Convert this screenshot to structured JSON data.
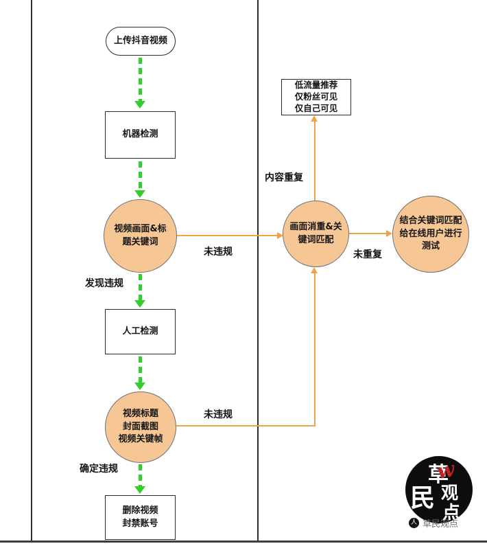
{
  "nodes": {
    "upload": {
      "label": "上传抖音视频"
    },
    "machine_check": {
      "label": "机器检测"
    },
    "video_frame_keywords": {
      "label": "视频画面&标\n题关键词"
    },
    "dedup_match": {
      "label": "画面消重&关\n键词匹配"
    },
    "low_traffic": {
      "label": "低流量推荐\n仅粉丝可见\n仅自己可见"
    },
    "online_test": {
      "label": "结合关键词匹配\n给在线用户进行\n测试"
    },
    "manual_check": {
      "label": "人工检测"
    },
    "title_cover_keyframes": {
      "label": "视频标题\n封面截图\n视频关键帧"
    },
    "delete_ban": {
      "label": "删除视频\n封禁账号"
    }
  },
  "edge_labels": {
    "no_violation_1": "未违规",
    "content_duplicate": "内容重复",
    "no_duplicate": "未重复",
    "violation_found": "发现违规",
    "no_violation_2": "未违规",
    "violation_confirmed": "确定违规"
  },
  "watermark": {
    "stamp_chars": [
      "草",
      "民",
      "观",
      "点"
    ],
    "red_mark": "w",
    "caption": "草民观点",
    "icon_glyph": "人"
  },
  "colors": {
    "green_arrow": "#35cc2e",
    "orange_line": "#f0a24a",
    "circle_fill": "#f6c795",
    "frame_line": "#2e2e2e"
  }
}
